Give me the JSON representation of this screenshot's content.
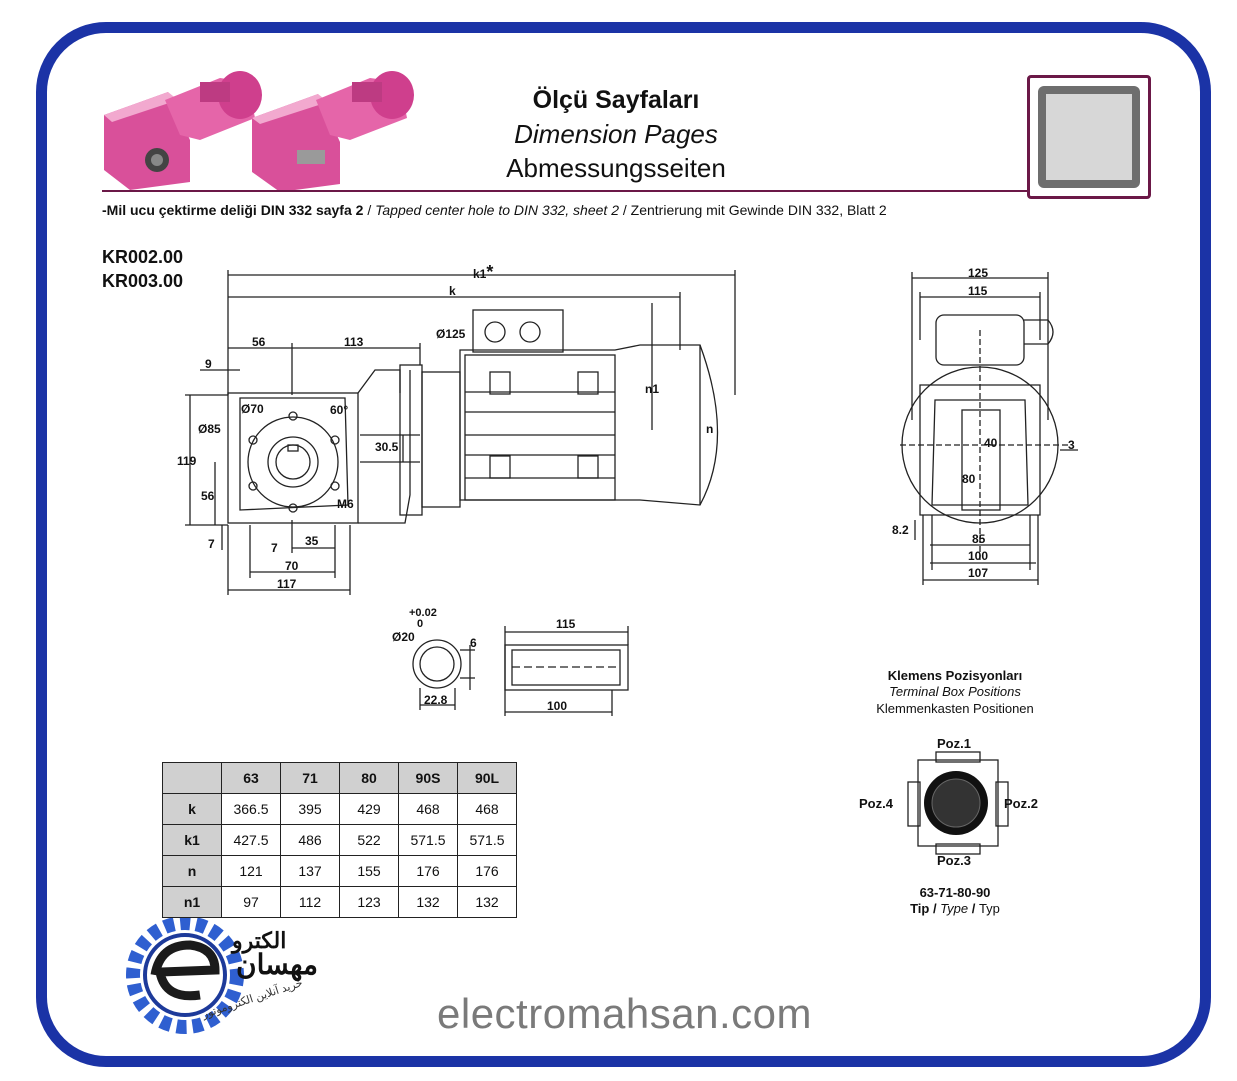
{
  "header": {
    "title_tr": "Ölçü Sayfaları",
    "title_en": "Dimension Pages",
    "title_de": "Abmessungsseiten"
  },
  "subtitle": {
    "tr": "-Mil ucu çektirme deliği DIN 332 sayfa 2",
    "sep1": " / ",
    "en": "Tapped center hole to DIN 332, sheet 2",
    "sep2": " / ",
    "de": "Zentrierung mit Gewinde DIN 332, Blatt 2"
  },
  "models": [
    "KR002.00",
    "KR003.00"
  ],
  "side_view_dims": {
    "k1": "k1",
    "k1_star": "*",
    "k": "k",
    "d56": "56",
    "d113": "113",
    "d9": "9",
    "d125": "Ø125",
    "n1": "n1",
    "d70": "Ø70",
    "d60": "60°",
    "d85": "Ø85",
    "d119": "119",
    "d30_5": "30.5",
    "n": "n",
    "d56b": "56",
    "m6": "M6",
    "d7a": "7",
    "d7b": "7",
    "d35": "35",
    "d70b": "70",
    "d117": "117"
  },
  "front_view_dims": {
    "d125": "125",
    "d115": "115",
    "d40": "40",
    "d3": "3",
    "d80": "80",
    "d8_2": "8.2",
    "d85": "85",
    "d100": "100",
    "d107": "107"
  },
  "shaft_dims": {
    "tol_plus": "+0.02",
    "tol_zero": "0",
    "d20": "Ø20",
    "d6": "6",
    "d22_8": "22.8",
    "d115": "115",
    "d100": "100"
  },
  "terminal_box": {
    "title_tr": "Klemens Pozisyonları",
    "title_en": "Terminal Box Positions",
    "title_de": "Klemmenkasten Positionen",
    "poz1": "Poz.1",
    "poz2": "Poz.2",
    "poz3": "Poz.3",
    "poz4": "Poz.4",
    "types": "63-71-80-90",
    "type_tr": "Tip",
    "type_sep1": " / ",
    "type_en": "Type",
    "type_sep2": " / ",
    "type_de": "Typ"
  },
  "table": {
    "headers": [
      "63",
      "71",
      "80",
      "90S",
      "90L"
    ],
    "rows": [
      {
        "label": "k",
        "values": [
          "366.5",
          "395",
          "429",
          "468",
          "468"
        ]
      },
      {
        "label": "k1",
        "values": [
          "427.5",
          "486",
          "522",
          "571.5",
          "571.5"
        ]
      },
      {
        "label": "n",
        "values": [
          "121",
          "137",
          "155",
          "176",
          "176"
        ]
      },
      {
        "label": "n1",
        "values": [
          "97",
          "112",
          "123",
          "132",
          "132"
        ]
      }
    ]
  },
  "footer": {
    "logo_text_line1": "الکترو",
    "logo_text_line2": "مهسان",
    "logo_tagline": "خرید آنلاین الکتروموتور",
    "website": "electromahsan.com"
  },
  "colors": {
    "frame": "#1b33a6",
    "accent": "#6b1847",
    "product": "#d9509a",
    "logo_gear": "#2f5fd0"
  }
}
